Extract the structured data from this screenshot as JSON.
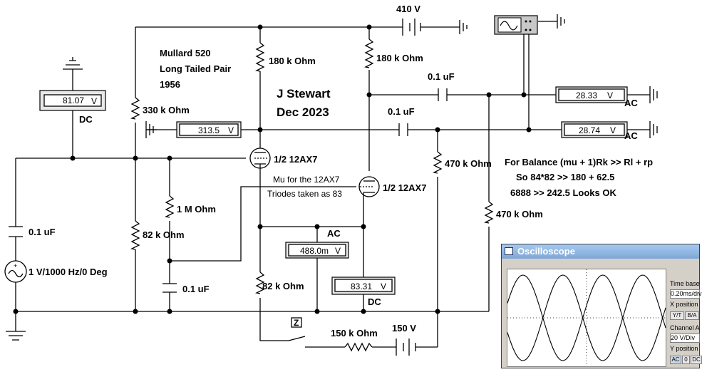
{
  "annotations": {
    "line1": "Mullard 520",
    "line2": "Long Tailed Pair",
    "line3": "1956",
    "author": "J Stewart",
    "date": "Dec 2023",
    "mu_note1": "Mu for the 12AX7",
    "mu_note2": "Triodes taken as 83",
    "balance1": "For Balance (mu + 1)Rk >> Rl + rp",
    "balance2": "So 84*82 >> 180 + 62.5",
    "balance3": "6888 >> 242.5     Looks OK"
  },
  "supplies": {
    "hv": "410 V",
    "bias": "150 V"
  },
  "components": {
    "r_plate_left": "180 k Ohm",
    "r_plate_right": "180 k Ohm",
    "r_330k": "330 k Ohm",
    "r_82k_left": "82 k Ohm",
    "r_1m": "1 M Ohm",
    "r_82k_tail": "82 k Ohm",
    "r_470k_a": "470 k Ohm",
    "r_470k_b": "470 k Ohm",
    "r_150k": "150 k Ohm",
    "c_out_top": "0.1 uF",
    "c_out_bottom": "0.1 uF",
    "c_in": "0.1 uF",
    "c_grid": "0.1 uF",
    "tube_left": "1/2 12AX7",
    "tube_right": "1/2 12AX7",
    "source": "1 V/1000 Hz/0 Deg",
    "switch_key": "Z"
  },
  "meters": {
    "m1": {
      "value": "81.07",
      "unit": "V",
      "mode": "DC"
    },
    "m2": {
      "value": "313.5",
      "unit": "V"
    },
    "m3": {
      "value": "28.33",
      "unit": "V",
      "mode": "AC"
    },
    "m4": {
      "value": "28.74",
      "unit": "V",
      "mode": "AC"
    },
    "m5": {
      "value": "488.0m",
      "unit": "V",
      "mode": "AC"
    },
    "m6": {
      "value": "83.31",
      "unit": "V",
      "mode": "DC"
    }
  },
  "oscilloscope": {
    "title": "Oscilloscope",
    "timebase_label": "Time base",
    "timebase_value": "0.20ms/div",
    "xpos_label": "X position",
    "yt_btn": "Y/T",
    "ba_btn": "B/A",
    "channel_label": "Channel A",
    "channel_value": "20  V/Div",
    "ypos_label": "Y position",
    "ac_btn": "AC",
    "zero_btn": "0",
    "dc_btn": "DC"
  }
}
